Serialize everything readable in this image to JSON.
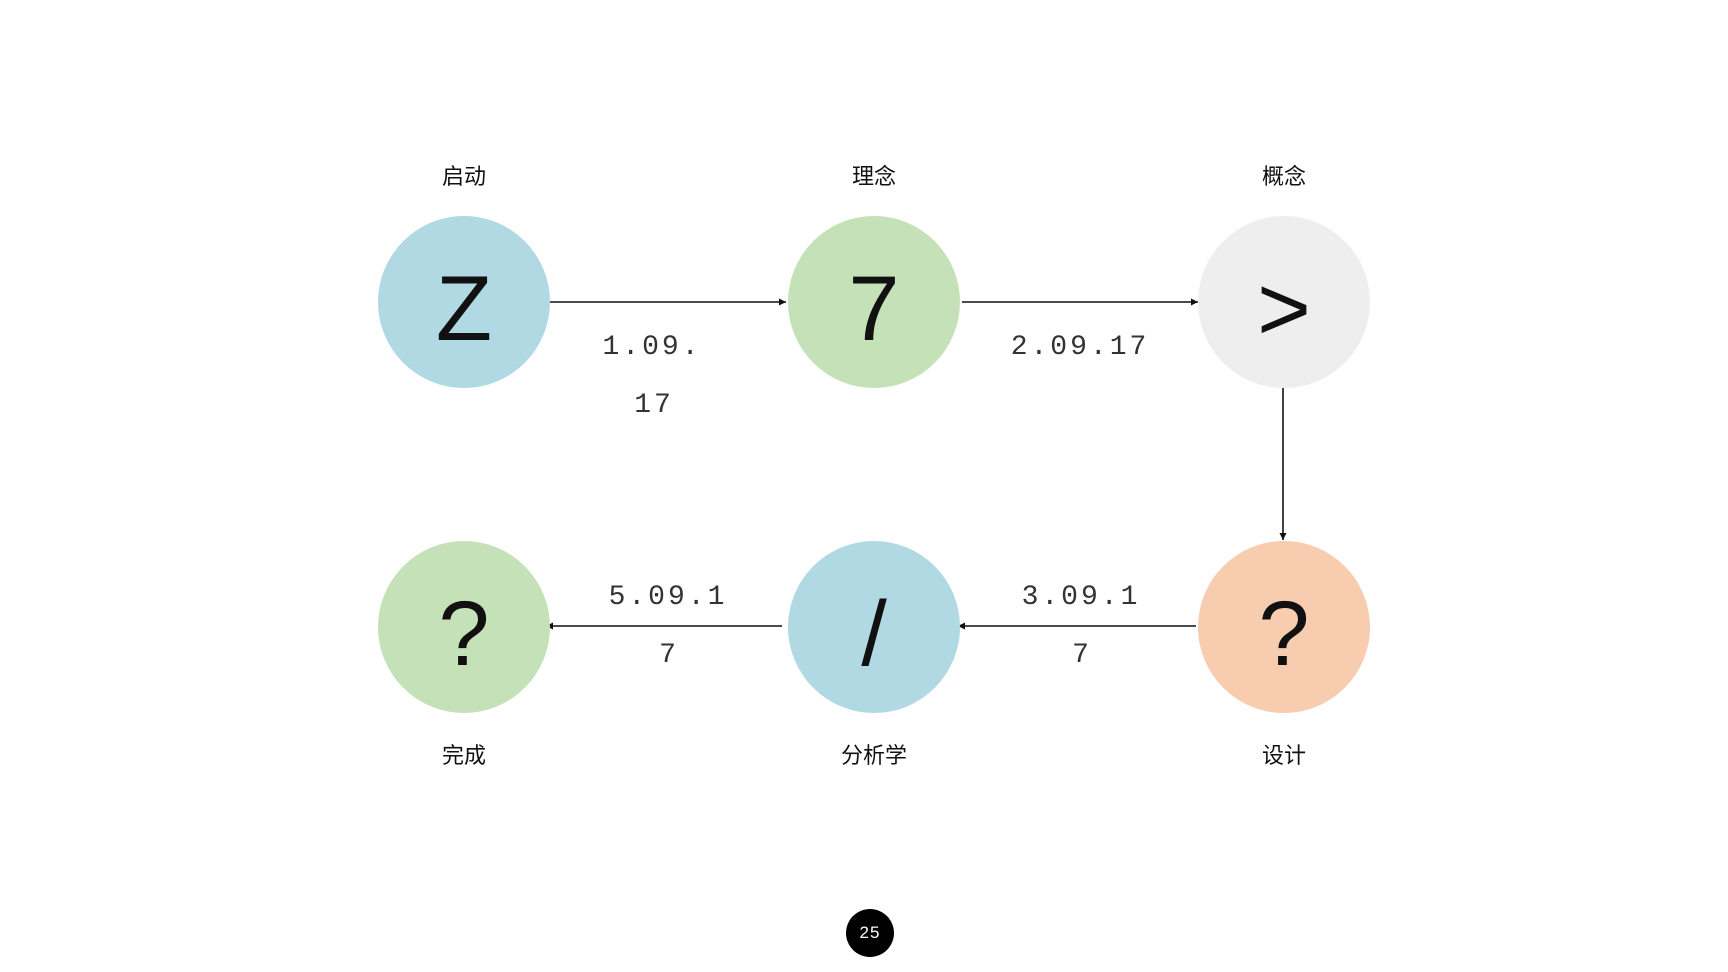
{
  "stages": [
    {
      "label": "启动",
      "glyph": "Z",
      "color": "#b0d9e4"
    },
    {
      "label": "理念",
      "glyph": "7",
      "color": "#c5e1b7"
    },
    {
      "label": "概念",
      "glyph": ">",
      "color": "#eeeeee"
    },
    {
      "label": "设计",
      "glyph": "?",
      "color": "#f8ccaf"
    },
    {
      "label": "分析学",
      "glyph": "/",
      "color": "#b0d9e4"
    },
    {
      "label": "完成",
      "glyph": "?",
      "color": "#c5e1b7"
    }
  ],
  "dates": [
    {
      "line1": "1.09.",
      "line2": "17"
    },
    {
      "line1": "2.09.17",
      "line2": ""
    },
    {
      "line1": "3.09.1",
      "line2": "7"
    },
    {
      "line1": "5.09.1",
      "line2": "7"
    }
  ],
  "page_number": "25"
}
